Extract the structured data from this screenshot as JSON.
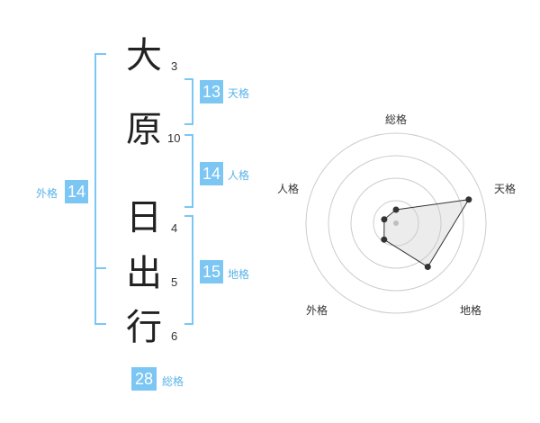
{
  "name": {
    "chars": [
      {
        "char": "大",
        "strokes": "3"
      },
      {
        "char": "原",
        "strokes": "10"
      },
      {
        "char": "日",
        "strokes": "4"
      },
      {
        "char": "出",
        "strokes": "5"
      },
      {
        "char": "行",
        "strokes": "6"
      }
    ]
  },
  "kakusu": {
    "tenkaku": {
      "value": "13",
      "label": "天格"
    },
    "jinkaku": {
      "value": "14",
      "label": "人格"
    },
    "chikaku": {
      "value": "15",
      "label": "地格"
    },
    "gaikaku": {
      "value": "14",
      "label": "外格"
    },
    "soukaku": {
      "value": "28",
      "label": "総格"
    }
  },
  "colors": {
    "accent": "#7cc6f4",
    "bracket": "#7cc6f4",
    "grid": "#cccccc"
  },
  "chart_data": {
    "type": "radar",
    "axes": [
      "総格",
      "天格",
      "地格",
      "外格",
      "人格"
    ],
    "values": [
      0.6,
      3.4,
      2.4,
      0.9,
      0.55
    ],
    "max": 4,
    "rings": 4
  }
}
